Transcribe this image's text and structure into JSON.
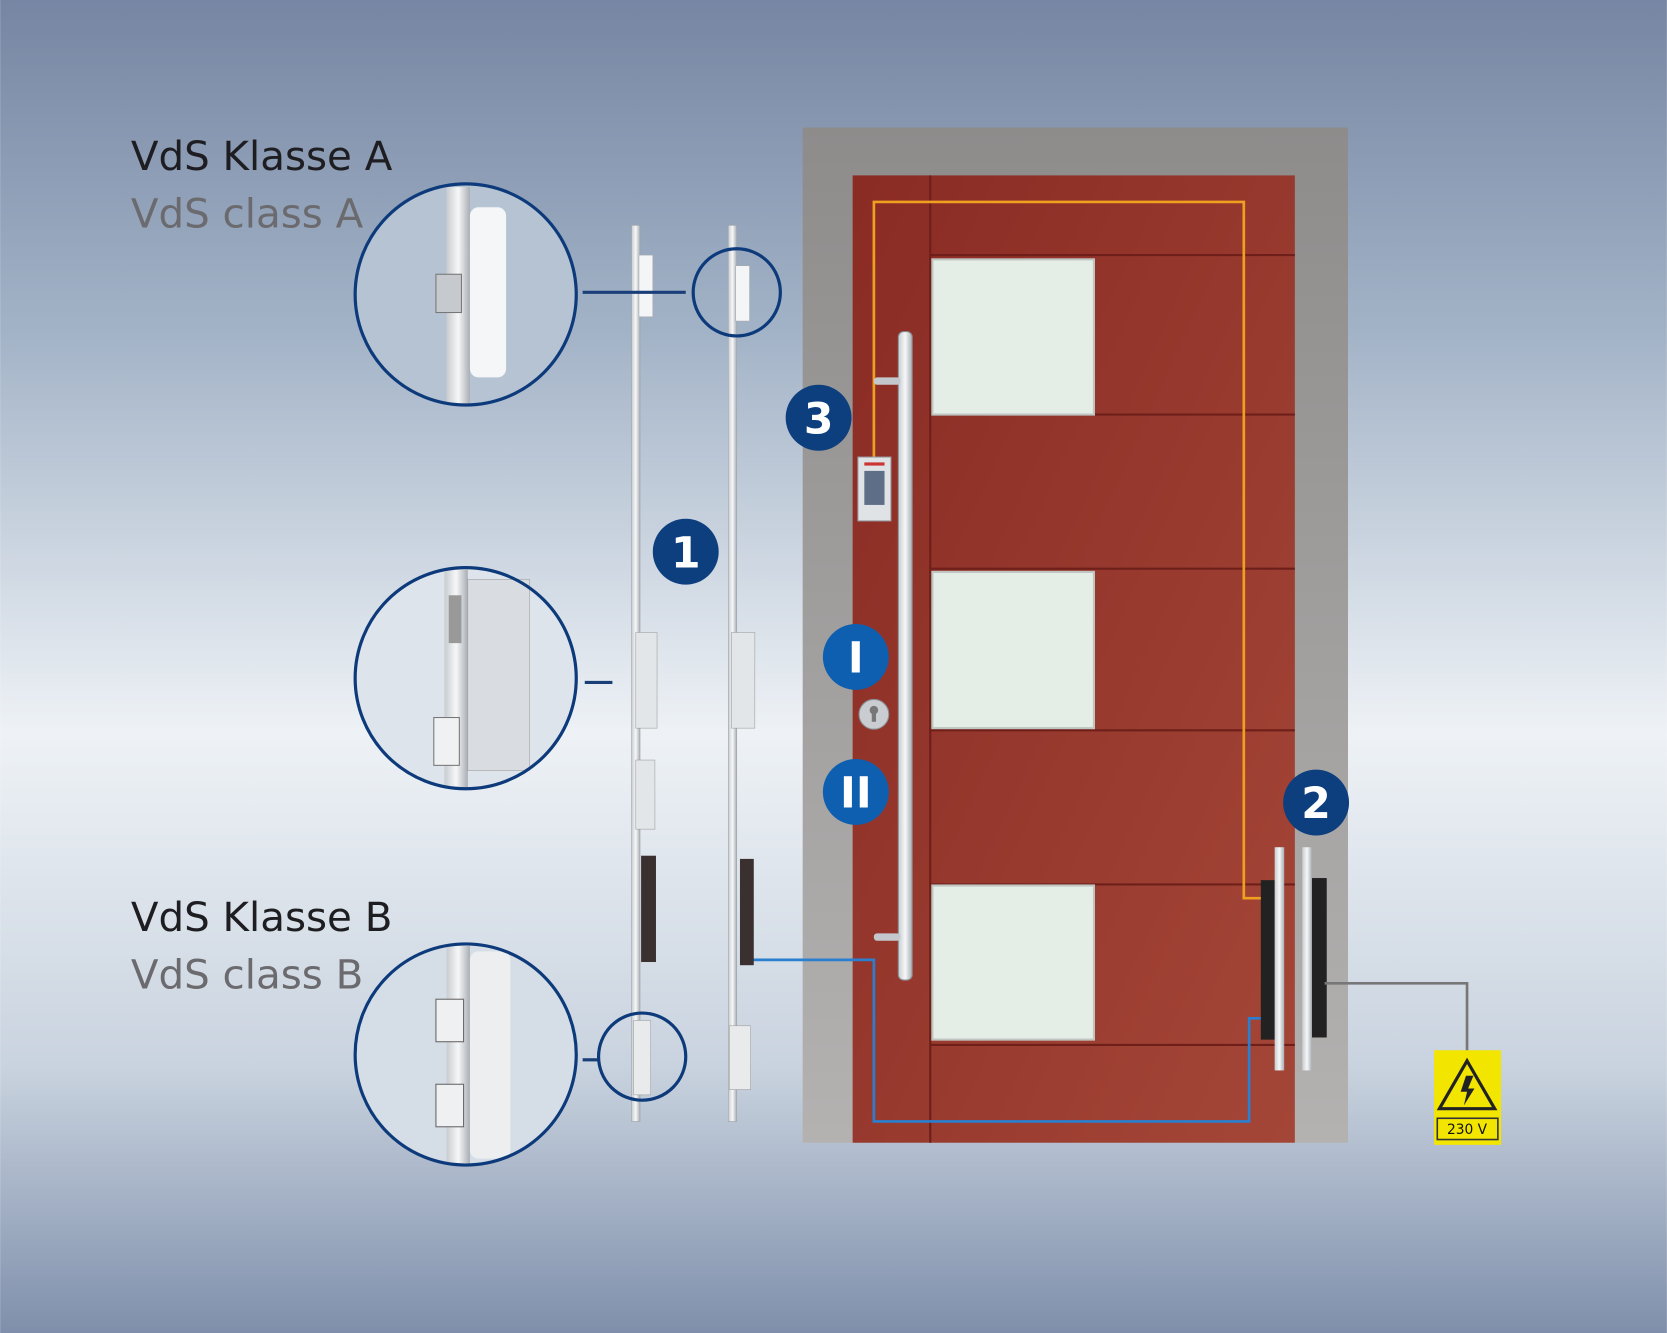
{
  "labels": {
    "class_a_de": "VdS Klasse A",
    "class_a_en": "VdS class A",
    "class_b_de": "VdS Klasse B",
    "class_b_en": "VdS class B"
  },
  "badges": {
    "one": "1",
    "two": "2",
    "three": "3",
    "roman_one": "I",
    "roman_two": "II"
  },
  "warning_sign": {
    "voltage": "230 V",
    "icon": "high-voltage-icon"
  },
  "colors": {
    "badge": "#0d3f7e",
    "door": "#9a3a2f",
    "frame": "#a4a2a0",
    "wire_orange": "#f0a020",
    "wire_blue": "#2a7fd0",
    "warning": "#f2e600"
  }
}
